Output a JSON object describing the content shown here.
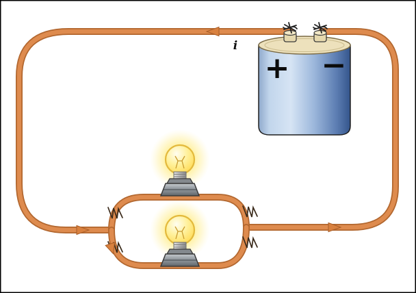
{
  "diagram": {
    "kind": "parallel-circuit",
    "description": "Battery connected by a wire loop to two glowing light bulbs wired in parallel, with arrows showing current direction",
    "current_label": "i",
    "battery": {
      "positive_label": "+",
      "negative_label": "−"
    },
    "components": [
      "battery",
      "light-bulb",
      "light-bulb"
    ],
    "current_arrows": [
      "top-wire-left",
      "bottom-left-wire-right",
      "branch-split-down",
      "bottom-right-wire-right"
    ],
    "colors": {
      "wire": "#DE8B4E",
      "wire_outline": "#B2672F",
      "battery_top": "#EDE1BC",
      "battery_body_light": "#D6E4F4",
      "battery_body_dark": "#34558C",
      "bulb_glow": "#FFEE8C",
      "bulb_fill": "#FFD84D",
      "bulb_base_gray": "#9AA0A6",
      "background": "#FFFFFF",
      "border": "#000000"
    }
  }
}
